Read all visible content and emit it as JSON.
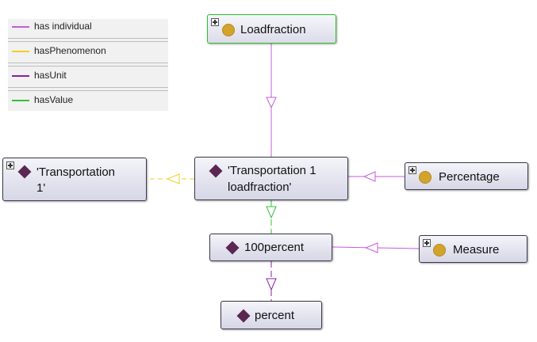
{
  "legend": [
    {
      "label": "has individual",
      "color": "#c45cd8"
    },
    {
      "label": "hasPhenomenon",
      "color": "#f2cf24"
    },
    {
      "label": "hasUnit",
      "color": "#8a1ea8"
    },
    {
      "label": "hasValue",
      "color": "#35c135"
    }
  ],
  "nodes": {
    "loadfraction": {
      "label": "Loadfraction",
      "kind": "class",
      "icon": "class-circle-icon"
    },
    "transportation_1": {
      "line1": "'Transportation",
      "line2": "1'",
      "kind": "individual",
      "icon": "individual-diamond-icon"
    },
    "transportation_1_loadfraction": {
      "line1": "'Transportation 1",
      "line2": "loadfraction'",
      "kind": "individual",
      "icon": "individual-diamond-icon"
    },
    "percentage": {
      "label": "Percentage",
      "kind": "class",
      "icon": "class-circle-icon"
    },
    "hundred_percent": {
      "label": "100percent",
      "kind": "individual",
      "icon": "individual-diamond-icon"
    },
    "measure": {
      "label": "Measure",
      "kind": "class",
      "icon": "class-circle-icon"
    },
    "percent": {
      "label": "percent",
      "kind": "individual",
      "icon": "individual-diamond-icon"
    }
  },
  "colors": {
    "has_individual": "#c45cd8",
    "has_phenomenon": "#f2cf24",
    "has_unit": "#8a1ea8",
    "has_value": "#35c135",
    "class_icon": "#d2a42c",
    "individual_icon": "#5b2750"
  }
}
